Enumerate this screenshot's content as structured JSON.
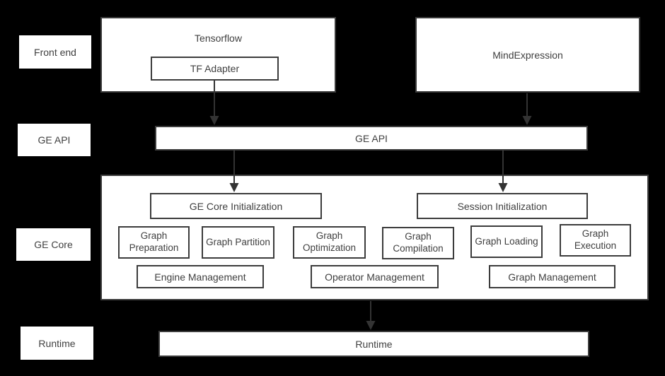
{
  "colors": {
    "bg": "#000000",
    "box_fill": "#ffffff",
    "box_border": "#3c3c3c",
    "text": "#3f3f3f",
    "arrow": "#333333"
  },
  "row_labels": {
    "front_end": "Front end",
    "ge_api": "GE API",
    "ge_core": "GE Core",
    "runtime": "Runtime"
  },
  "front_end": {
    "tensorflow_title": "Tensorflow",
    "tf_adapter": "TF Adapter",
    "mindexpression": "MindExpression"
  },
  "ge_api": {
    "label": "GE API"
  },
  "ge_core": {
    "init": [
      "GE Core Initialization",
      "Session Initialization"
    ],
    "pipeline": [
      "Graph Preparation",
      "Graph Partition",
      "Graph Optimization",
      "Graph Compilation",
      "Graph Loading",
      "Graph Execution"
    ],
    "management": [
      "Engine Management",
      "Operator Management",
      "Graph Management"
    ]
  },
  "runtime": {
    "label": "Runtime"
  }
}
